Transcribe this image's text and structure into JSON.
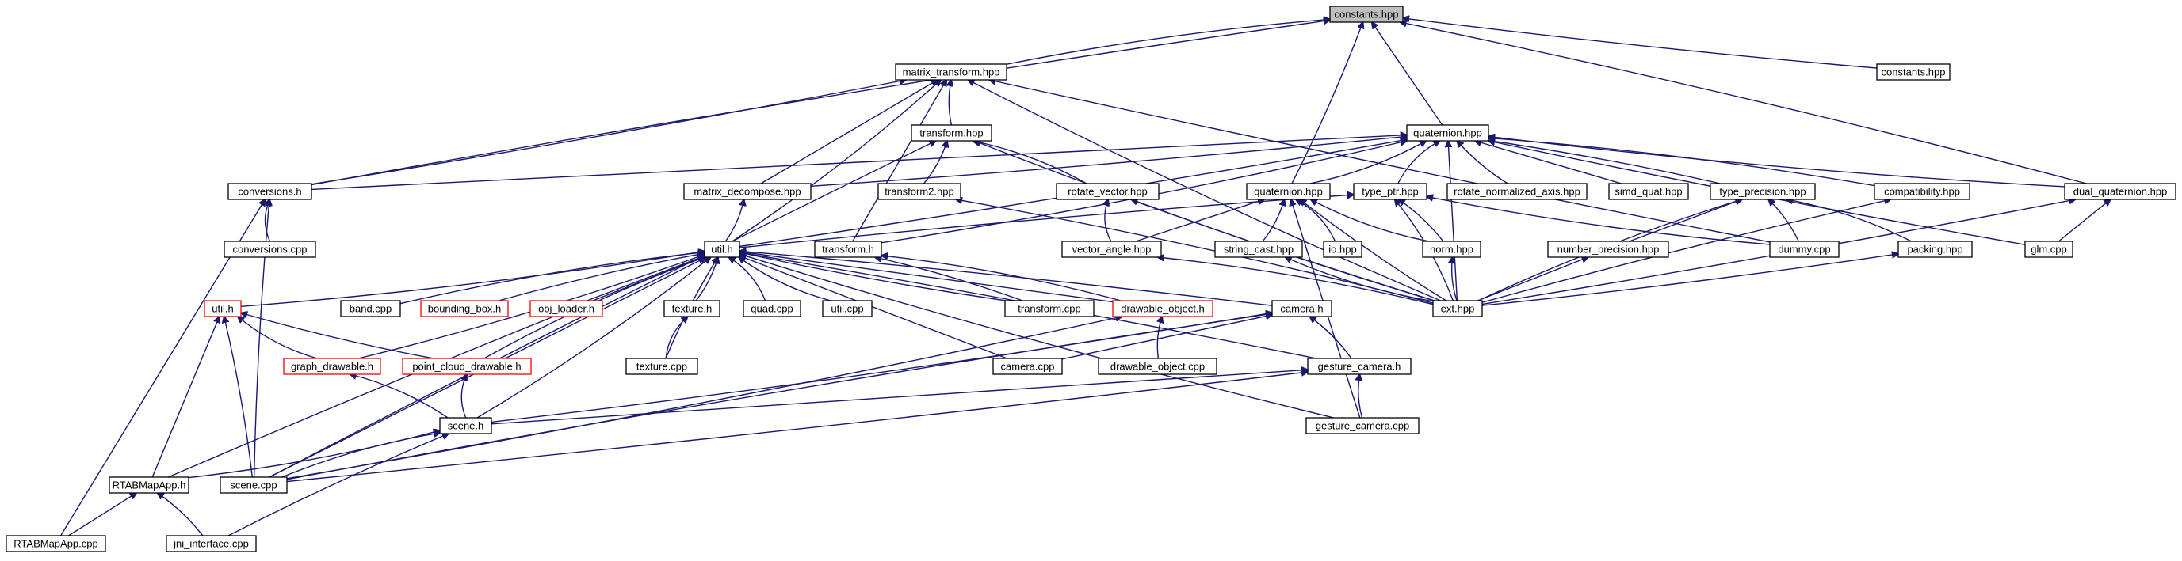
{
  "graph": {
    "current_node": "constants.hpp",
    "edge_color": "#191970",
    "nodes": [
      {
        "id": "constants_hpp",
        "label": "constants.hpp",
        "current": true
      },
      {
        "id": "matrix_transform_hpp",
        "label": "matrix_transform.hpp"
      },
      {
        "id": "constants_hpp_2",
        "label": "constants.hpp"
      },
      {
        "id": "transform_hpp",
        "label": "transform.hpp"
      },
      {
        "id": "quaternion_hpp",
        "label": "quaternion.hpp"
      },
      {
        "id": "conversions_h",
        "label": "conversions.h"
      },
      {
        "id": "matrix_decompose_hpp",
        "label": "matrix_decompose.hpp"
      },
      {
        "id": "transform2_hpp",
        "label": "transform2.hpp"
      },
      {
        "id": "rotate_vector_hpp",
        "label": "rotate_vector.hpp"
      },
      {
        "id": "quaternion_hpp_2",
        "label": "quaternion.hpp"
      },
      {
        "id": "type_ptr_hpp",
        "label": "type_ptr.hpp"
      },
      {
        "id": "rotate_normalized_axis_hpp",
        "label": "rotate_normalized_axis.hpp"
      },
      {
        "id": "simd_quat_hpp",
        "label": "simd_quat.hpp"
      },
      {
        "id": "type_precision_hpp",
        "label": "type_precision.hpp"
      },
      {
        "id": "compatibility_hpp",
        "label": "compatibility.hpp"
      },
      {
        "id": "dual_quaternion_hpp",
        "label": "dual_quaternion.hpp"
      },
      {
        "id": "conversions_cpp",
        "label": "conversions.cpp"
      },
      {
        "id": "util_h",
        "label": "util.h"
      },
      {
        "id": "transform_h",
        "label": "transform.h"
      },
      {
        "id": "vector_angle_hpp",
        "label": "vector_angle.hpp"
      },
      {
        "id": "string_cast_hpp",
        "label": "string_cast.hpp"
      },
      {
        "id": "io_hpp",
        "label": "io.hpp"
      },
      {
        "id": "norm_hpp",
        "label": "norm.hpp"
      },
      {
        "id": "number_precision_hpp",
        "label": "number_precision.hpp"
      },
      {
        "id": "dummy_cpp",
        "label": "dummy.cpp"
      },
      {
        "id": "packing_hpp",
        "label": "packing.hpp"
      },
      {
        "id": "glm_cpp",
        "label": "glm.cpp"
      },
      {
        "id": "util_h_2",
        "label": "util.h",
        "red": true
      },
      {
        "id": "band_cpp",
        "label": "band.cpp"
      },
      {
        "id": "bounding_box_h",
        "label": "bounding_box.h",
        "red": true
      },
      {
        "id": "obj_loader_h",
        "label": "obj_loader.h",
        "red": true
      },
      {
        "id": "texture_h",
        "label": "texture.h"
      },
      {
        "id": "quad_cpp",
        "label": "quad.cpp"
      },
      {
        "id": "util_cpp",
        "label": "util.cpp"
      },
      {
        "id": "transform_cpp",
        "label": "transform.cpp"
      },
      {
        "id": "drawable_object_h",
        "label": "drawable_object.h",
        "red": true
      },
      {
        "id": "camera_h",
        "label": "camera.h"
      },
      {
        "id": "ext_hpp",
        "label": "ext.hpp"
      },
      {
        "id": "graph_drawable_h",
        "label": "graph_drawable.h",
        "red": true
      },
      {
        "id": "point_cloud_drawable_h",
        "label": "point_cloud_drawable.h",
        "red": true
      },
      {
        "id": "texture_cpp",
        "label": "texture.cpp"
      },
      {
        "id": "camera_cpp",
        "label": "camera.cpp"
      },
      {
        "id": "drawable_object_cpp",
        "label": "drawable_object.cpp"
      },
      {
        "id": "gesture_camera_h",
        "label": "gesture_camera.h"
      },
      {
        "id": "scene_h",
        "label": "scene.h"
      },
      {
        "id": "gesture_camera_cpp",
        "label": "gesture_camera.cpp"
      },
      {
        "id": "rtabmapapp_h",
        "label": "RTABMapApp.h"
      },
      {
        "id": "scene_cpp",
        "label": "scene.cpp"
      },
      {
        "id": "rtabmapapp_cpp",
        "label": "RTABMapApp.cpp"
      },
      {
        "id": "jni_interface_cpp",
        "label": "jni_interface.cpp"
      }
    ],
    "edges": [
      [
        "matrix_transform_hpp",
        "constants_hpp"
      ],
      [
        "constants_hpp_2",
        "constants_hpp"
      ],
      [
        "quaternion_hpp",
        "constants_hpp"
      ],
      [
        "quaternion_hpp_2",
        "constants_hpp"
      ],
      [
        "dual_quaternion_hpp",
        "constants_hpp"
      ],
      [
        "conversions_h",
        "constants_hpp"
      ],
      [
        "transform_hpp",
        "matrix_transform_hpp"
      ],
      [
        "matrix_decompose_hpp",
        "matrix_transform_hpp"
      ],
      [
        "conversions_h",
        "matrix_transform_hpp"
      ],
      [
        "util_h",
        "matrix_transform_hpp"
      ],
      [
        "ext_hpp",
        "matrix_transform_hpp"
      ],
      [
        "dummy_cpp",
        "matrix_transform_hpp"
      ],
      [
        "transform_h",
        "matrix_transform_hpp"
      ],
      [
        "transform2_hpp",
        "transform_hpp"
      ],
      [
        "rotate_vector_hpp",
        "transform_hpp"
      ],
      [
        "ext_hpp",
        "transform_hpp"
      ],
      [
        "scene_cpp",
        "transform_hpp"
      ],
      [
        "conversions_h",
        "quaternion_hpp"
      ],
      [
        "matrix_decompose_hpp",
        "quaternion_hpp"
      ],
      [
        "quaternion_hpp_2",
        "quaternion_hpp"
      ],
      [
        "type_ptr_hpp",
        "quaternion_hpp"
      ],
      [
        "rotate_normalized_axis_hpp",
        "quaternion_hpp"
      ],
      [
        "simd_quat_hpp",
        "quaternion_hpp"
      ],
      [
        "type_precision_hpp",
        "quaternion_hpp"
      ],
      [
        "compatibility_hpp",
        "quaternion_hpp"
      ],
      [
        "dual_quaternion_hpp",
        "quaternion_hpp"
      ],
      [
        "glm_cpp",
        "quaternion_hpp"
      ],
      [
        "ext_hpp",
        "quaternion_hpp"
      ],
      [
        "util_h",
        "quaternion_hpp"
      ],
      [
        "transform_h",
        "quaternion_hpp"
      ],
      [
        "conversions_cpp",
        "conversions_h"
      ],
      [
        "scene_cpp",
        "conversions_h"
      ],
      [
        "rtabmapapp_cpp",
        "conversions_h"
      ],
      [
        "util_h",
        "matrix_decompose_hpp"
      ],
      [
        "ext_hpp",
        "transform2_hpp"
      ],
      [
        "vector_angle_hpp",
        "rotate_vector_hpp"
      ],
      [
        "ext_hpp",
        "rotate_vector_hpp"
      ],
      [
        "vector_angle_hpp",
        "quaternion_hpp_2"
      ],
      [
        "string_cast_hpp",
        "quaternion_hpp_2"
      ],
      [
        "io_hpp",
        "quaternion_hpp_2"
      ],
      [
        "norm_hpp",
        "quaternion_hpp_2"
      ],
      [
        "ext_hpp",
        "quaternion_hpp_2"
      ],
      [
        "gesture_camera_cpp",
        "quaternion_hpp_2"
      ],
      [
        "norm_hpp",
        "type_ptr_hpp"
      ],
      [
        "ext_hpp",
        "type_ptr_hpp"
      ],
      [
        "dummy_cpp",
        "type_ptr_hpp"
      ],
      [
        "util_h",
        "type_ptr_hpp"
      ],
      [
        "number_precision_hpp",
        "type_precision_hpp"
      ],
      [
        "dummy_cpp",
        "type_precision_hpp"
      ],
      [
        "packing_hpp",
        "type_precision_hpp"
      ],
      [
        "ext_hpp",
        "type_precision_hpp"
      ],
      [
        "ext_hpp",
        "compatibility_hpp"
      ],
      [
        "glm_cpp",
        "dual_quaternion_hpp"
      ],
      [
        "ext_hpp",
        "dual_quaternion_hpp"
      ],
      [
        "ext_hpp",
        "vector_angle_hpp"
      ],
      [
        "ext_hpp",
        "string_cast_hpp"
      ],
      [
        "ext_hpp",
        "norm_hpp"
      ],
      [
        "ext_hpp",
        "number_precision_hpp"
      ],
      [
        "ext_hpp",
        "packing_hpp"
      ],
      [
        "util_h_2",
        "util_h"
      ],
      [
        "band_cpp",
        "util_h"
      ],
      [
        "bounding_box_h",
        "util_h"
      ],
      [
        "obj_loader_h",
        "util_h"
      ],
      [
        "texture_h",
        "util_h"
      ],
      [
        "quad_cpp",
        "util_h"
      ],
      [
        "util_cpp",
        "util_h"
      ],
      [
        "transform_cpp",
        "util_h"
      ],
      [
        "drawable_object_h",
        "util_h"
      ],
      [
        "camera_h",
        "util_h"
      ],
      [
        "graph_drawable_h",
        "util_h"
      ],
      [
        "point_cloud_drawable_h",
        "util_h"
      ],
      [
        "texture_cpp",
        "util_h"
      ],
      [
        "camera_cpp",
        "util_h"
      ],
      [
        "gesture_camera_h",
        "util_h"
      ],
      [
        "scene_h",
        "util_h"
      ],
      [
        "gesture_camera_cpp",
        "util_h"
      ],
      [
        "rtabmapapp_h",
        "util_h"
      ],
      [
        "scene_cpp",
        "util_h"
      ],
      [
        "transform_cpp",
        "transform_h"
      ],
      [
        "drawable_object_h",
        "transform_h"
      ],
      [
        "texture_cpp",
        "texture_h"
      ],
      [
        "drawable_object_cpp",
        "drawable_object_h"
      ],
      [
        "camera_cpp",
        "camera_h"
      ],
      [
        "gesture_camera_h",
        "camera_h"
      ],
      [
        "scene_h",
        "camera_h"
      ],
      [
        "graph_drawable_h",
        "util_h_2"
      ],
      [
        "point_cloud_drawable_h",
        "util_h_2"
      ],
      [
        "rtabmapapp_h",
        "util_h_2"
      ],
      [
        "scene_cpp",
        "util_h_2"
      ],
      [
        "scene_h",
        "graph_drawable_h"
      ],
      [
        "scene_h",
        "point_cloud_drawable_h"
      ],
      [
        "gesture_camera_cpp",
        "gesture_camera_h"
      ],
      [
        "scene_h",
        "gesture_camera_h"
      ],
      [
        "scene_cpp",
        "gesture_camera_h"
      ],
      [
        "rtabmapapp_h",
        "scene_h"
      ],
      [
        "scene_cpp",
        "scene_h"
      ],
      [
        "jni_interface_cpp",
        "scene_h"
      ],
      [
        "rtabmapapp_cpp",
        "rtabmapapp_h"
      ],
      [
        "jni_interface_cpp",
        "rtabmapapp_h"
      ],
      [
        "scene_cpp",
        "drawable_object_h"
      ],
      [
        "scene_cpp",
        "camera_h"
      ]
    ]
  }
}
